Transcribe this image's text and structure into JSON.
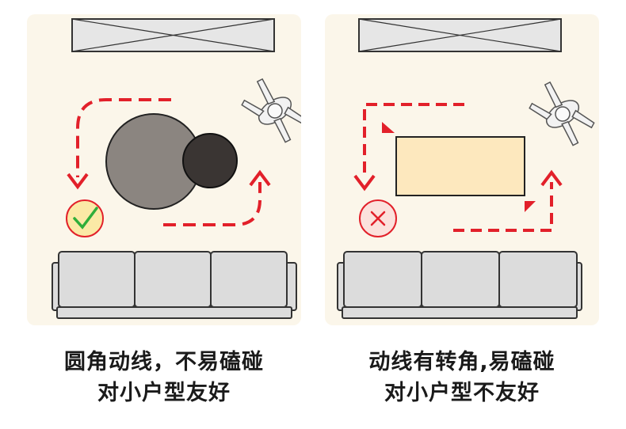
{
  "left_panel": {
    "caption_line1": "圆角动线，不易磕碰",
    "caption_line2": "对小户型友好",
    "verdict_icon": "check-icon"
  },
  "right_panel": {
    "caption_line1": "动线有转角,易磕碰",
    "caption_line2": "对小户型不友好",
    "verdict_icon": "cross-icon"
  },
  "colors": {
    "panel_bg": "#fbf6ea",
    "path_red": "#e2202a",
    "check_green": "#2fae3a",
    "sofa_fill": "#dcdcdc",
    "sofa_stroke": "#333333",
    "round_table_large": "#8b8580",
    "round_table_small": "#3a3533",
    "rect_table": "#fde8be"
  }
}
